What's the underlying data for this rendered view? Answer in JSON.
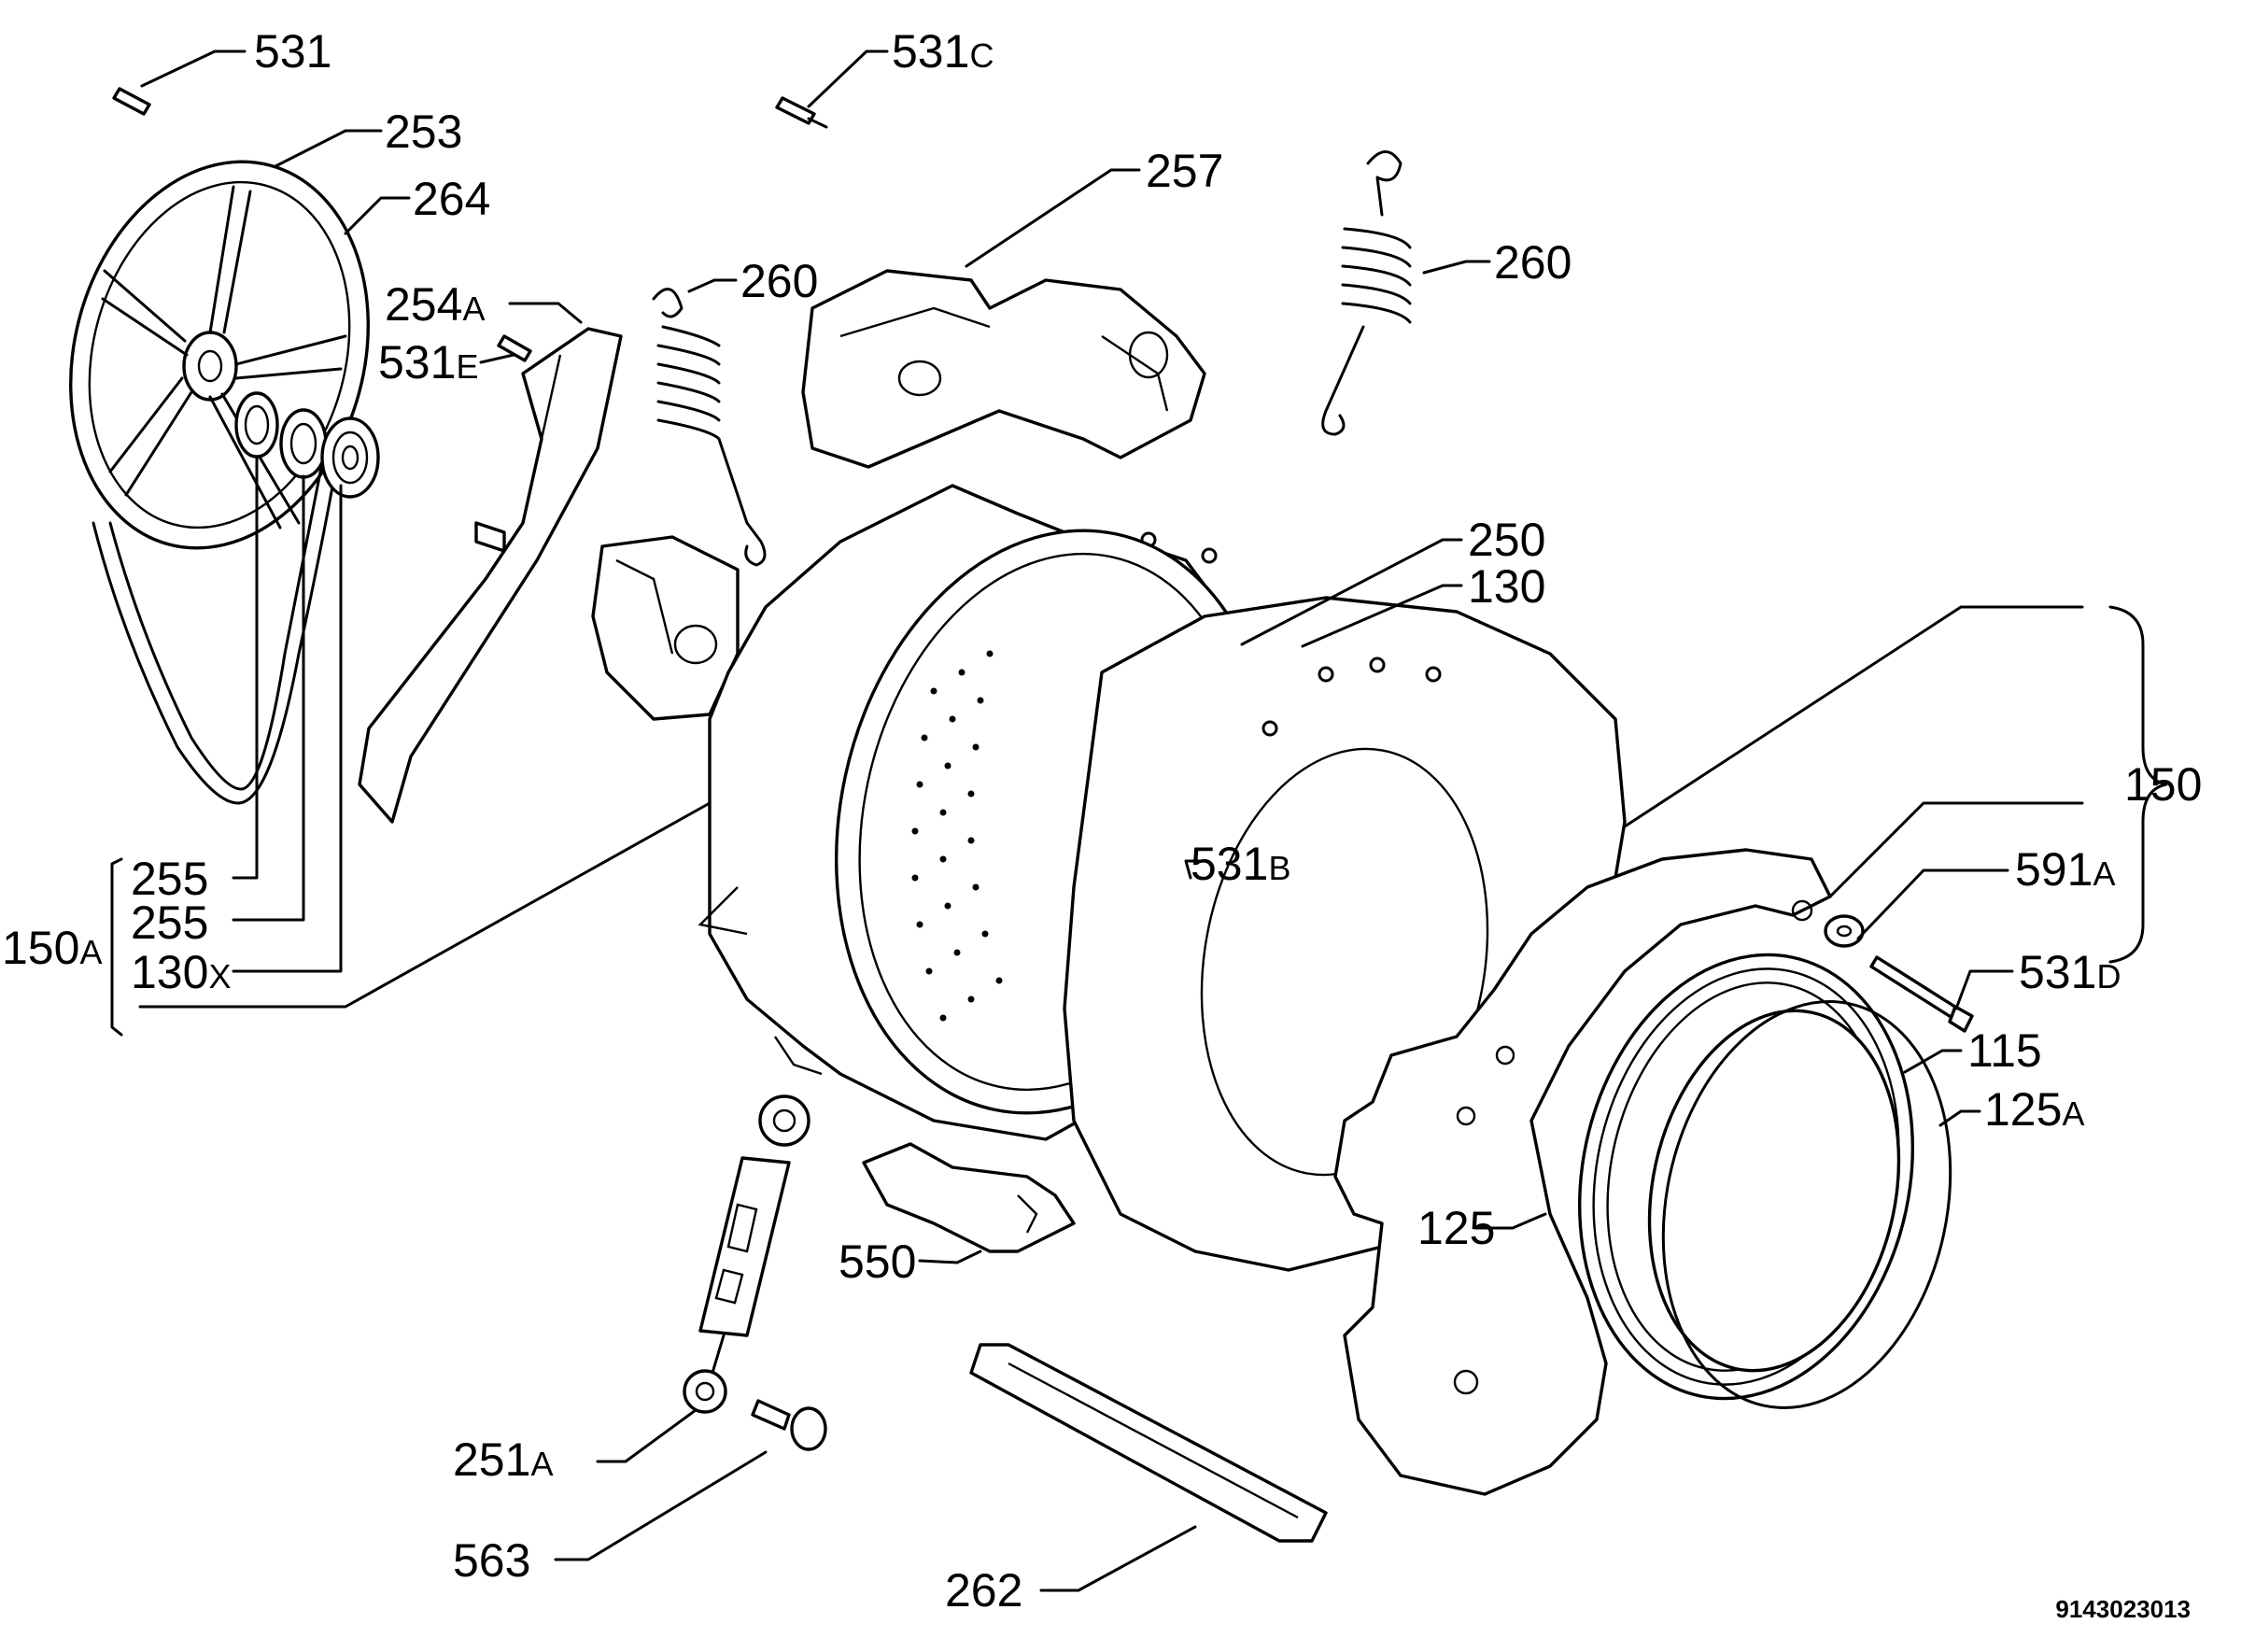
{
  "document_number": "9143023013",
  "callouts": {
    "c531": {
      "num": "531",
      "sfx": ""
    },
    "c531c": {
      "num": "531",
      "sfx": "C"
    },
    "c253": {
      "num": "253",
      "sfx": ""
    },
    "c264": {
      "num": "264",
      "sfx": ""
    },
    "c257": {
      "num": "257",
      "sfx": ""
    },
    "c260a": {
      "num": "260",
      "sfx": ""
    },
    "c260b": {
      "num": "260",
      "sfx": ""
    },
    "c254a": {
      "num": "254",
      "sfx": "A"
    },
    "c531e": {
      "num": "531",
      "sfx": "E"
    },
    "c250": {
      "num": "250",
      "sfx": ""
    },
    "c130": {
      "num": "130",
      "sfx": ""
    },
    "c150": {
      "num": "150",
      "sfx": ""
    },
    "c531b": {
      "num": "531",
      "sfx": "B"
    },
    "c591a": {
      "num": "591",
      "sfx": "A"
    },
    "c531d": {
      "num": "531",
      "sfx": "D"
    },
    "c115": {
      "num": "115",
      "sfx": ""
    },
    "c125a": {
      "num": "125",
      "sfx": "A"
    },
    "c125": {
      "num": "125",
      "sfx": ""
    },
    "c255a": {
      "num": "255",
      "sfx": ""
    },
    "c255b": {
      "num": "255",
      "sfx": ""
    },
    "c130x": {
      "num": "130",
      "sfx": "X"
    },
    "c150a": {
      "num": "150",
      "sfx": "A"
    },
    "c550": {
      "num": "550",
      "sfx": ""
    },
    "c251a": {
      "num": "251",
      "sfx": "A"
    },
    "c563": {
      "num": "563",
      "sfx": ""
    },
    "c262": {
      "num": "262",
      "sfx": ""
    }
  }
}
